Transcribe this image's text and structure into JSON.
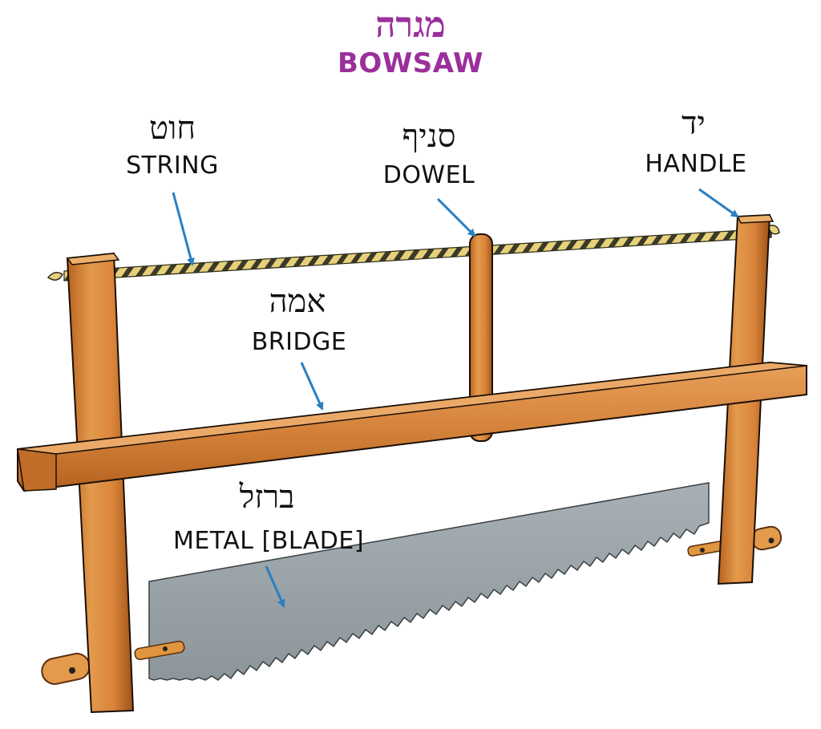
{
  "title": {
    "hebrew": "מגרה",
    "english": "BOWSAW"
  },
  "labels": {
    "string": {
      "hebrew": "חוט",
      "english": "STRING"
    },
    "dowel": {
      "hebrew": "סניף",
      "english": "DOWEL"
    },
    "handle": {
      "hebrew": "יד",
      "english": "HANDLE"
    },
    "bridge": {
      "hebrew": "אמה",
      "english": "BRIDGE"
    },
    "blade": {
      "hebrew": "ברזל",
      "english": "METAL [BLADE]"
    }
  },
  "colors": {
    "title": "#9b2f9b",
    "text": "#111111",
    "arrow": "#2a7fc1",
    "wood": "#dc8a3c",
    "wood_dark": "#a85a1e",
    "blade": "#9aa3a8",
    "string_light": "#e8d88a",
    "string_dark": "#3a3a2a"
  }
}
